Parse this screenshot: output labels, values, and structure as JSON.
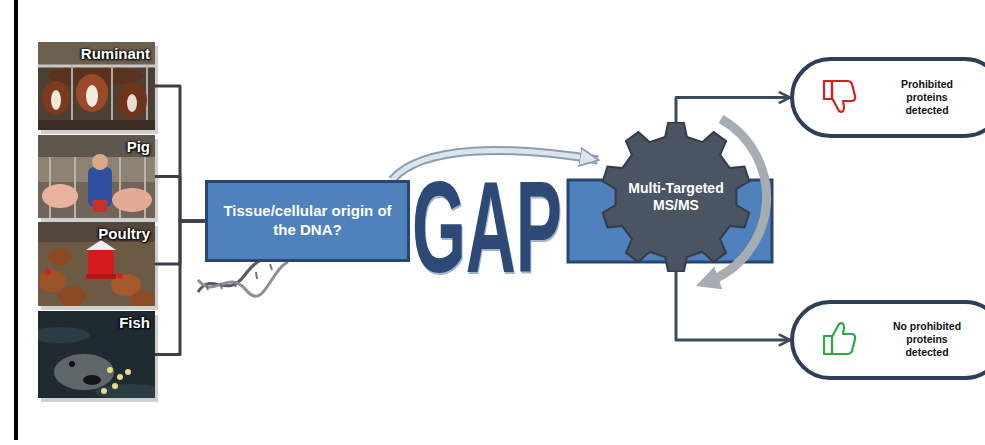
{
  "diagram": {
    "nodes": [
      {
        "text": [
          "Ruminant"
        ]
      },
      {
        "text": [
          "Pig"
        ]
      },
      {
        "text": [
          "Poultry"
        ]
      },
      {
        "text": [
          "Fish"
        ]
      },
      {
        "text": [
          "Tissue/cellular origin of the DNA?"
        ]
      },
      {
        "text": [
          "Multi-Targeted MS/MS"
        ]
      },
      {
        "text": [
          "Prohibited proteins detected"
        ]
      },
      {
        "text": [
          "No prohibited proteins detected"
        ]
      }
    ],
    "edges": [
      {
        "from": 0,
        "to": 4,
        "arrow": "none"
      },
      {
        "from": 1,
        "to": 4,
        "arrow": "none"
      },
      {
        "from": 2,
        "to": 4,
        "arrow": "none"
      },
      {
        "from": 3,
        "to": 4,
        "arrow": "none"
      },
      {
        "from": 4,
        "to": 5,
        "arrow": "to"
      },
      {
        "from": 5,
        "to": 6,
        "arrow": "to"
      },
      {
        "from": 5,
        "to": 7,
        "arrow": "to"
      }
    ],
    "labels": [
      "GAP"
    ]
  }
}
